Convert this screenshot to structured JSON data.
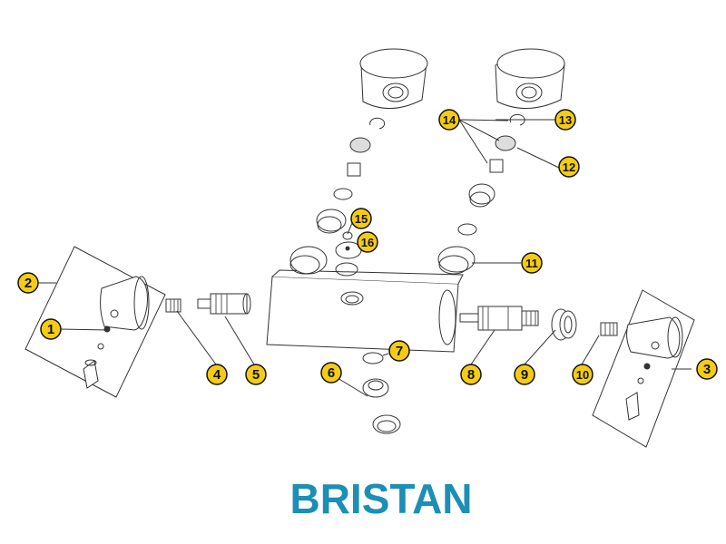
{
  "brand": {
    "name": "BRISTAN",
    "color": "#1b8fb6"
  },
  "callout_style": {
    "fill": "#f5cc14",
    "stroke": "#111111"
  },
  "callouts": [
    {
      "id": "1",
      "label": "1"
    },
    {
      "id": "2",
      "label": "2"
    },
    {
      "id": "3",
      "label": "3"
    },
    {
      "id": "4",
      "label": "4"
    },
    {
      "id": "5",
      "label": "5"
    },
    {
      "id": "6",
      "label": "6"
    },
    {
      "id": "7",
      "label": "7"
    },
    {
      "id": "8",
      "label": "8"
    },
    {
      "id": "9",
      "label": "9"
    },
    {
      "id": "10",
      "label": "10"
    },
    {
      "id": "11",
      "label": "11"
    },
    {
      "id": "12",
      "label": "12"
    },
    {
      "id": "13",
      "label": "13"
    },
    {
      "id": "14",
      "label": "14"
    },
    {
      "id": "15",
      "label": "15"
    },
    {
      "id": "16",
      "label": "16"
    }
  ]
}
